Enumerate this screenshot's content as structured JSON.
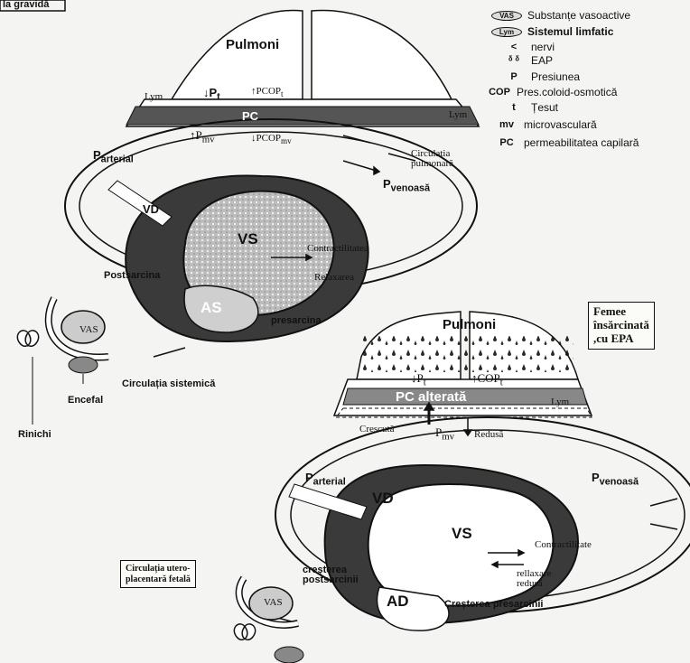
{
  "header": {
    "corner_label": "la gravidă"
  },
  "legend": {
    "items": [
      {
        "key": "VAS",
        "text": "Substanțe vasoactive"
      },
      {
        "key": "Lym",
        "text": "Sistemul limfatic"
      },
      {
        "key": "<",
        "text": "nervi"
      },
      {
        "key": "ᵟ ᵟ",
        "text": "EAP"
      },
      {
        "key": "P",
        "text": "Presiunea"
      },
      {
        "key": "COP",
        "text": "Pres.coloid-osmotică"
      },
      {
        "key": "t",
        "text": "Țesut"
      },
      {
        "key": "mv",
        "text": "microvasculară"
      },
      {
        "key": "PC",
        "text": "permeabilitatea capilară"
      }
    ]
  },
  "top_diagram": {
    "lungs": "Pulmoni",
    "pc": "PC",
    "pt": "P",
    "pt_sub": "t",
    "pcop_t": "PCOP",
    "pcop_t_sub": "t",
    "pmv": "P",
    "pmv_sub": "mv",
    "pcop_mv": "PCOP",
    "pcop_mv_sub": "mv",
    "lym_left": "Lym",
    "lym_right": "Lym",
    "p_arterial": "P",
    "p_arterial_sub": "arterial",
    "p_venous": "P",
    "p_venous_sub": "venoasă",
    "pulmonary_circ_1": "Circulația",
    "pulmonary_circ_2": "pulmonară",
    "rv": "VD",
    "lv": "VS",
    "la": "AS",
    "contractility": "Contractilitatea",
    "relaxation": "Relaxarea",
    "afterload": "Postsarcina",
    "preload": "presarcina",
    "systemic_circ": "Circulația sistemică",
    "brain": "Encefal",
    "kidney": "Rinichi",
    "vas": "VAS"
  },
  "patient_box": "Femee\nînsărcinată\n,cu EPA",
  "bottom_diagram": {
    "lungs": "Pulmoni",
    "pc": "PC alterată",
    "pt": "P",
    "pt_sub": "t",
    "cop_t": "COP",
    "cop_t_sub": "t",
    "increased": "Crescută",
    "pmv": "P",
    "pmv_sub": "mv",
    "reduced": "Redusă",
    "p_arterial": "P",
    "p_arterial_sub": "arterial",
    "p_venous": "P",
    "p_venous_sub": "venoasă",
    "rv": "VD",
    "lv": "VS",
    "ra": "AD",
    "contractility": "Contractilitate",
    "relax_1": "rellaxare",
    "relax_2": "redusă",
    "afterload_1": "creșterea",
    "afterload_2": "postsarcinii",
    "preload": "Creșterea presarcinii",
    "utero_box": "Circulația utero-\nplacentară fetală",
    "vas": "VAS",
    "lym": "Lym"
  }
}
